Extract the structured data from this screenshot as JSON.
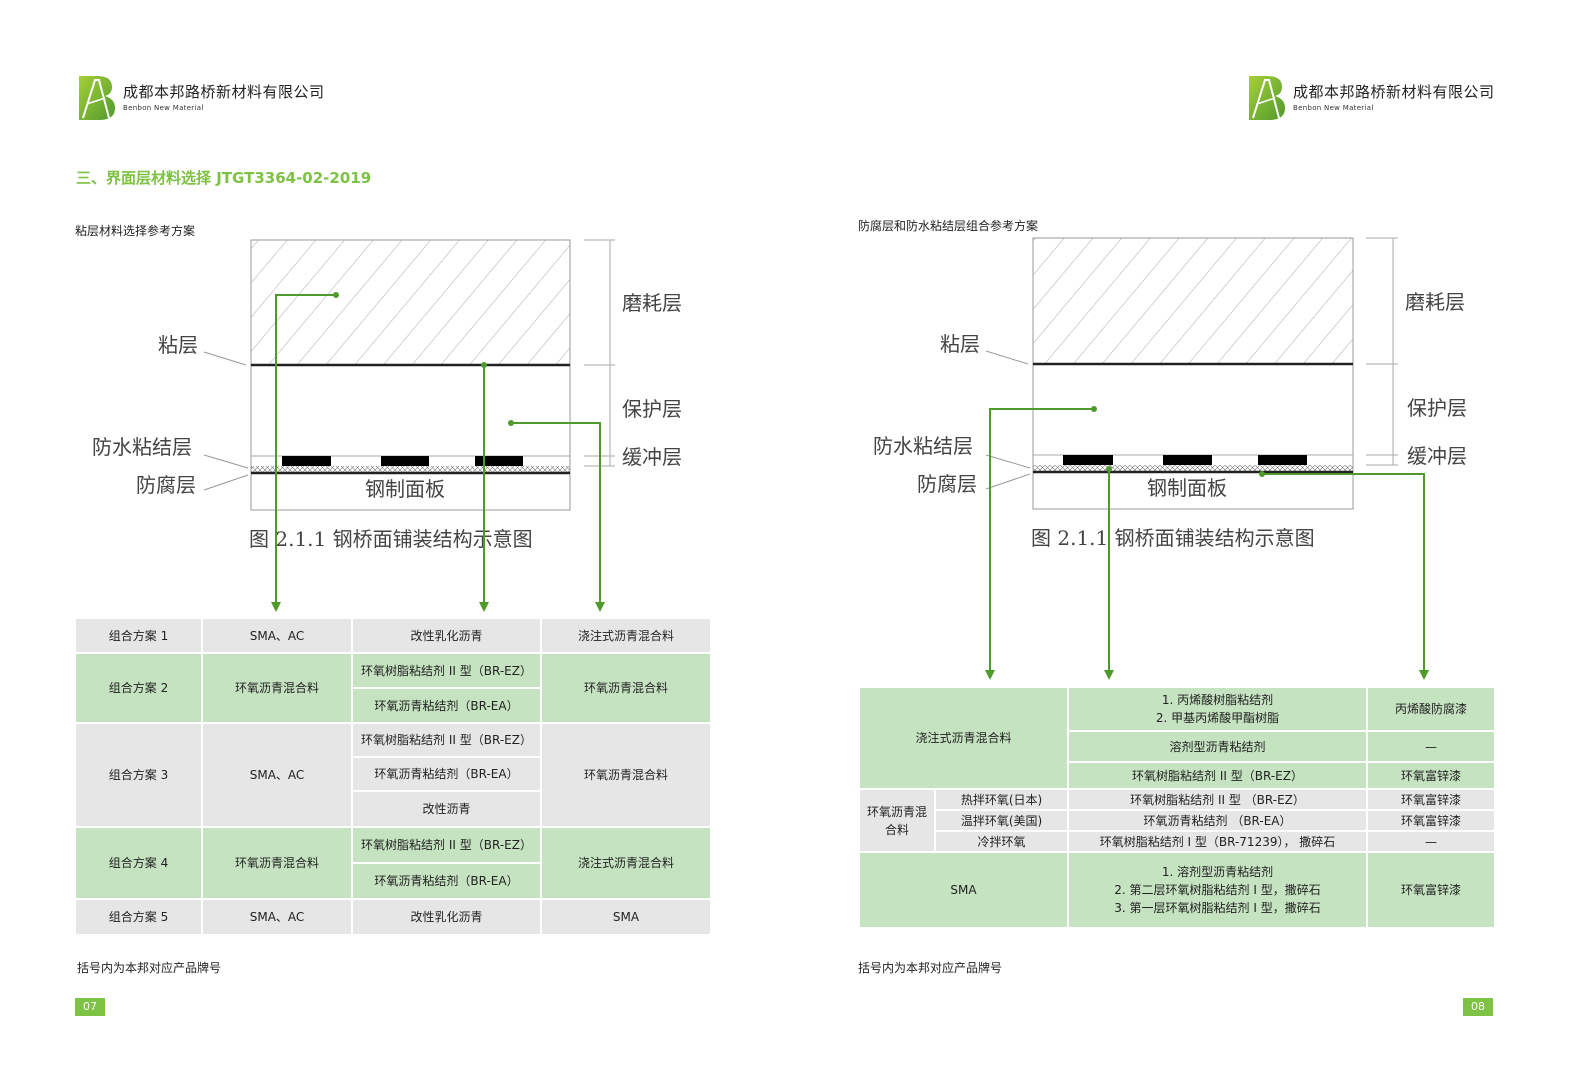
{
  "brand": {
    "name_cn": "成都本邦路桥新材料有限公司",
    "name_en": "Benbon New Material",
    "accent_color": "#7dc242",
    "table_green": "#c5e3c0",
    "table_gray": "#e6e6e6"
  },
  "left_page": {
    "section_title": "三、界面层材料选择 JTGT3364-02-2019",
    "subtitle": "粘层材料选择参考方案",
    "diagram": {
      "labels": {
        "wear": "磨耗层",
        "protect": "保护层",
        "buffer": "缓冲层",
        "tack": "粘层",
        "waterproof": "防水粘结层",
        "anticorr": "防腐层",
        "steel": "钢制面板"
      },
      "figure_caption": "图  2.1.1 钢桥面铺装结构示意图"
    },
    "table": {
      "rows": [
        {
          "scheme": "组合方案 1",
          "upper": "SMA、AC",
          "tack": [
            "改性乳化沥青"
          ],
          "lower": "浇注式沥青混合料",
          "color": "gray"
        },
        {
          "scheme": "组合方案 2",
          "upper": "环氧沥青混合料",
          "tack": [
            "环氧树脂粘结剂 II 型（BR-EZ）",
            "环氧沥青粘结剂（BR-EA）"
          ],
          "lower": "环氧沥青混合料",
          "color": "green"
        },
        {
          "scheme": "组合方案 3",
          "upper": "SMA、AC",
          "tack": [
            "环氧树脂粘结剂 II 型（BR-EZ）",
            "环氧沥青粘结剂（BR-EA）",
            "改性沥青"
          ],
          "lower": "环氧沥青混合料",
          "color": "gray"
        },
        {
          "scheme": "组合方案 4",
          "upper": "环氧沥青混合料",
          "tack": [
            "环氧树脂粘结剂 II 型（BR-EZ）",
            "环氧沥青粘结剂（BR-EA）"
          ],
          "lower": "浇注式沥青混合料",
          "color": "green"
        },
        {
          "scheme": "组合方案 5",
          "upper": "SMA、AC",
          "tack": [
            "改性乳化沥青"
          ],
          "lower": "SMA",
          "color": "gray"
        }
      ]
    },
    "note": "括号内为本邦对应产品牌号",
    "page_number": "07"
  },
  "right_page": {
    "subtitle": "防腐层和防水粘结层组合参考方案",
    "diagram": {
      "labels": {
        "wear": "磨耗层",
        "protect": "保护层",
        "buffer": "缓冲层",
        "tack": "粘层",
        "waterproof": "防水粘结层",
        "anticorr": "防腐层",
        "steel": "钢制面板"
      },
      "figure_caption": "图  2.1.1 钢桥面铺装结构示意图"
    },
    "table": {
      "group1": {
        "label": "浇注式沥青混合料",
        "rows": [
          {
            "adhesive": [
              "1. 丙烯酸树脂粘结剂",
              "2. 甲基丙烯酸甲酯树脂"
            ],
            "anticorr": "丙烯酸防腐漆"
          },
          {
            "adhesive": [
              "溶剂型沥青粘结剂"
            ],
            "anticorr": "—"
          },
          {
            "adhesive": [
              "环氧树脂粘结剂 II 型（BR-EZ）"
            ],
            "anticorr": "环氧富锌漆"
          }
        ]
      },
      "group2": {
        "label": "环氧沥青混合料",
        "rows": [
          {
            "sub": "热拌环氧(日本)",
            "adhesive": "环氧树脂粘结剂 II 型 （BR-EZ）",
            "anticorr": "环氧富锌漆"
          },
          {
            "sub": "温拌环氧(美国)",
            "adhesive": "环氧沥青粘结剂 （BR-EA）",
            "anticorr": "环氧富锌漆"
          },
          {
            "sub": "冷拌环氧",
            "adhesive": "环氧树脂粘结剂 I 型（BR-71239）， 撒碎石",
            "anticorr": "—"
          }
        ]
      },
      "group3": {
        "label": "SMA",
        "adhesive": [
          "1. 溶剂型沥青粘结剂",
          "2. 第二层环氧树脂粘结剂 I 型，撒碎石",
          "3. 第一层环氧树脂粘结剂 I 型，撒碎石"
        ],
        "anticorr": "环氧富锌漆"
      }
    },
    "note": "括号内为本邦对应产品牌号",
    "page_number": "08"
  }
}
